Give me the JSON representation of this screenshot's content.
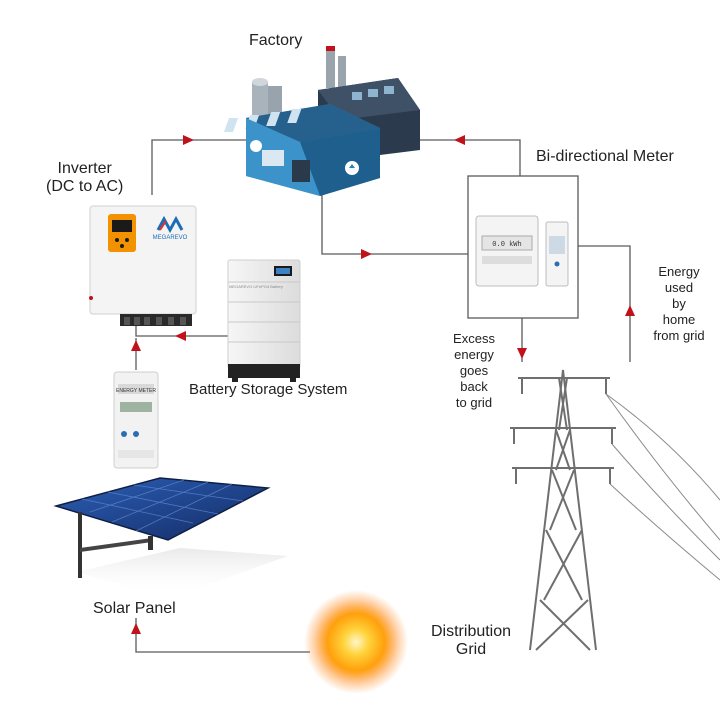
{
  "labels": {
    "factory": "Factory",
    "inverter_line1": "Inverter",
    "inverter_line2": "(DC to AC)",
    "meter": "Bi-directional Meter",
    "battery": "Battery Storage System",
    "solar": "Solar Panel",
    "grid_line1": "Distribution",
    "grid_line2": "Grid",
    "excess": [
      "Excess",
      "energy",
      "goes",
      "back",
      "to grid"
    ],
    "energy_used": [
      "Energy",
      "used",
      "by",
      "home",
      "from grid"
    ],
    "brand": "MEGAREVO",
    "battery_badge": "MEGAREVO LiFePO4 Battery",
    "small_meter_badge": "ENERGY METER",
    "large_meter_reading": "0.0 kWh"
  },
  "colors": {
    "line": "#5a5a5a",
    "arrow": "#c0121b",
    "factory_blue": "#2f7fb5",
    "factory_dark": "#2c3e50",
    "factory_roof": "#3a4a5e",
    "panel": "#1d3f86",
    "sun": "#ffb000",
    "inverter_accent": "#f39200",
    "tower": "#6f6f6f"
  }
}
